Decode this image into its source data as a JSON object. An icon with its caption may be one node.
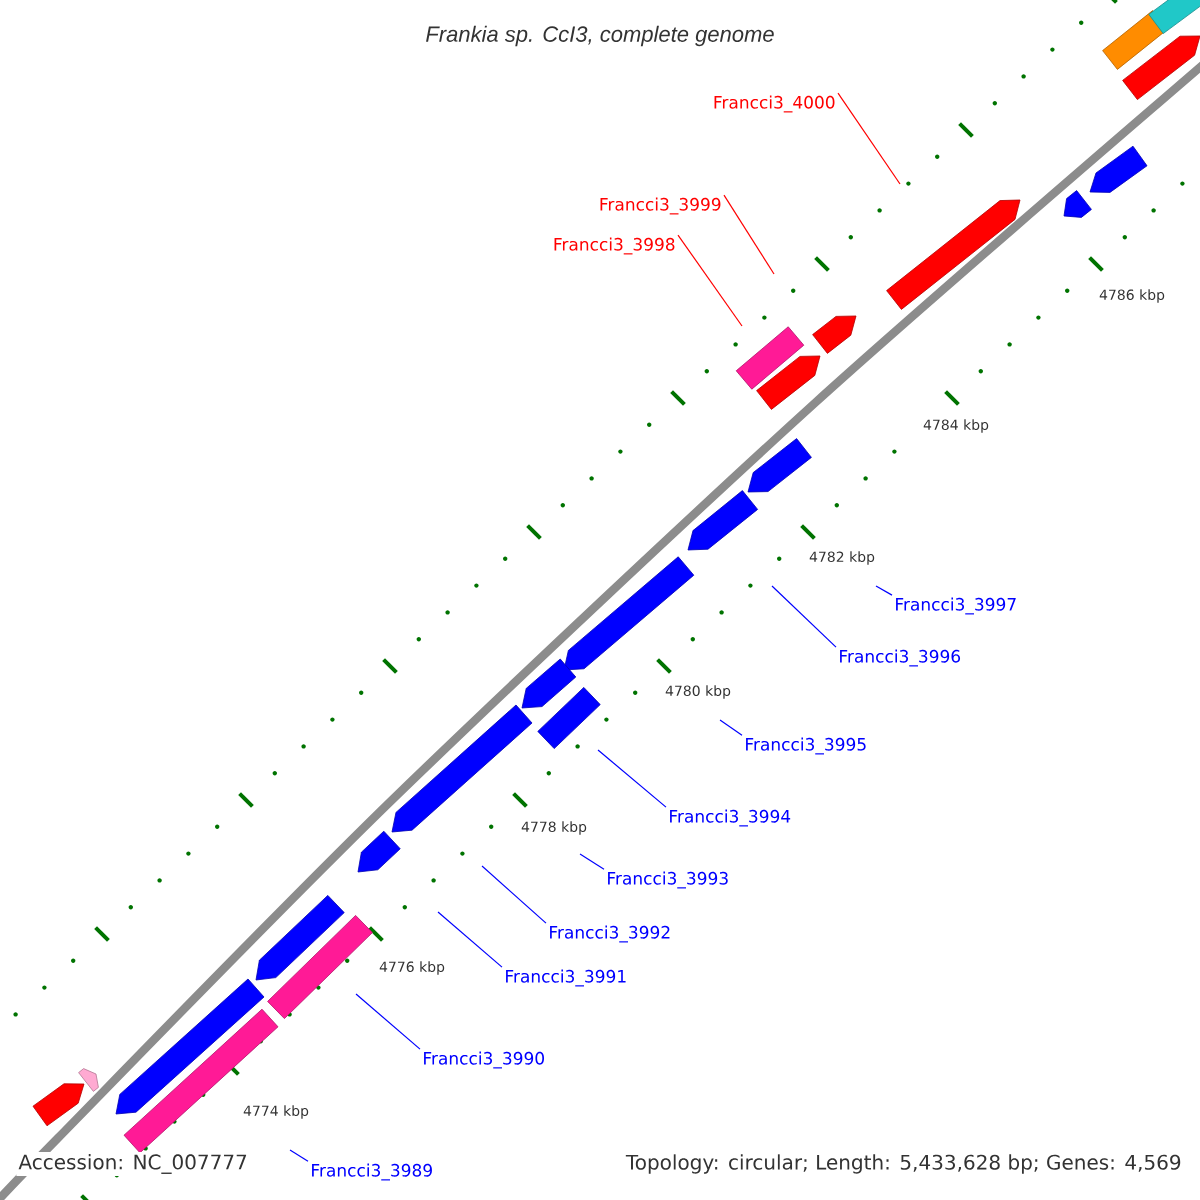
{
  "diagram": {
    "title": "Frankia sp. CcI3, complete genome",
    "nodes": [
      {
        "text": [
          "Francci3_4000"
        ]
      },
      {
        "text": [
          "Francci3_3999"
        ]
      },
      {
        "text": [
          "Francci3_3998"
        ]
      },
      {
        "text": [
          "Francci3_3997"
        ]
      },
      {
        "text": [
          "Francci3_3996"
        ]
      },
      {
        "text": [
          "Francci3_3995"
        ]
      },
      {
        "text": [
          "Francci3_3994"
        ]
      },
      {
        "text": [
          "Francci3_3993"
        ]
      },
      {
        "text": [
          "Francci3_3992"
        ]
      },
      {
        "text": [
          "Francci3_3991"
        ]
      },
      {
        "text": [
          "Francci3_3990"
        ]
      },
      {
        "text": [
          "Francci3_3989"
        ]
      }
    ],
    "edges": [
      {
        "from": 0,
        "to": null,
        "arrow": "none",
        "color": "#ff0000"
      },
      {
        "from": 1,
        "to": null,
        "arrow": "none",
        "color": "#ff0000"
      },
      {
        "from": 2,
        "to": null,
        "arrow": "none",
        "color": "#ff0000"
      },
      {
        "from": 3,
        "to": null,
        "arrow": "none"
      },
      {
        "from": 4,
        "to": null,
        "arrow": "none"
      },
      {
        "from": 5,
        "to": null,
        "arrow": "none"
      },
      {
        "from": 6,
        "to": null,
        "arrow": "none"
      },
      {
        "from": 7,
        "to": null,
        "arrow": "none"
      },
      {
        "from": 8,
        "to": null,
        "arrow": "none"
      },
      {
        "from": 9,
        "to": null,
        "arrow": "none"
      },
      {
        "from": 10,
        "to": null,
        "arrow": "none"
      },
      {
        "from": 11,
        "to": null,
        "arrow": "none"
      }
    ],
    "labels": [
      "4786 kbp",
      "4784 kbp",
      "4782 kbp",
      "4780 kbp",
      "4778 kbp",
      "4776 kbp",
      "4774 kbp",
      "Accession: NC_007777",
      "Topology: circular; Length: 5,433,628 bp; Genes: 4,569"
    ]
  }
}
